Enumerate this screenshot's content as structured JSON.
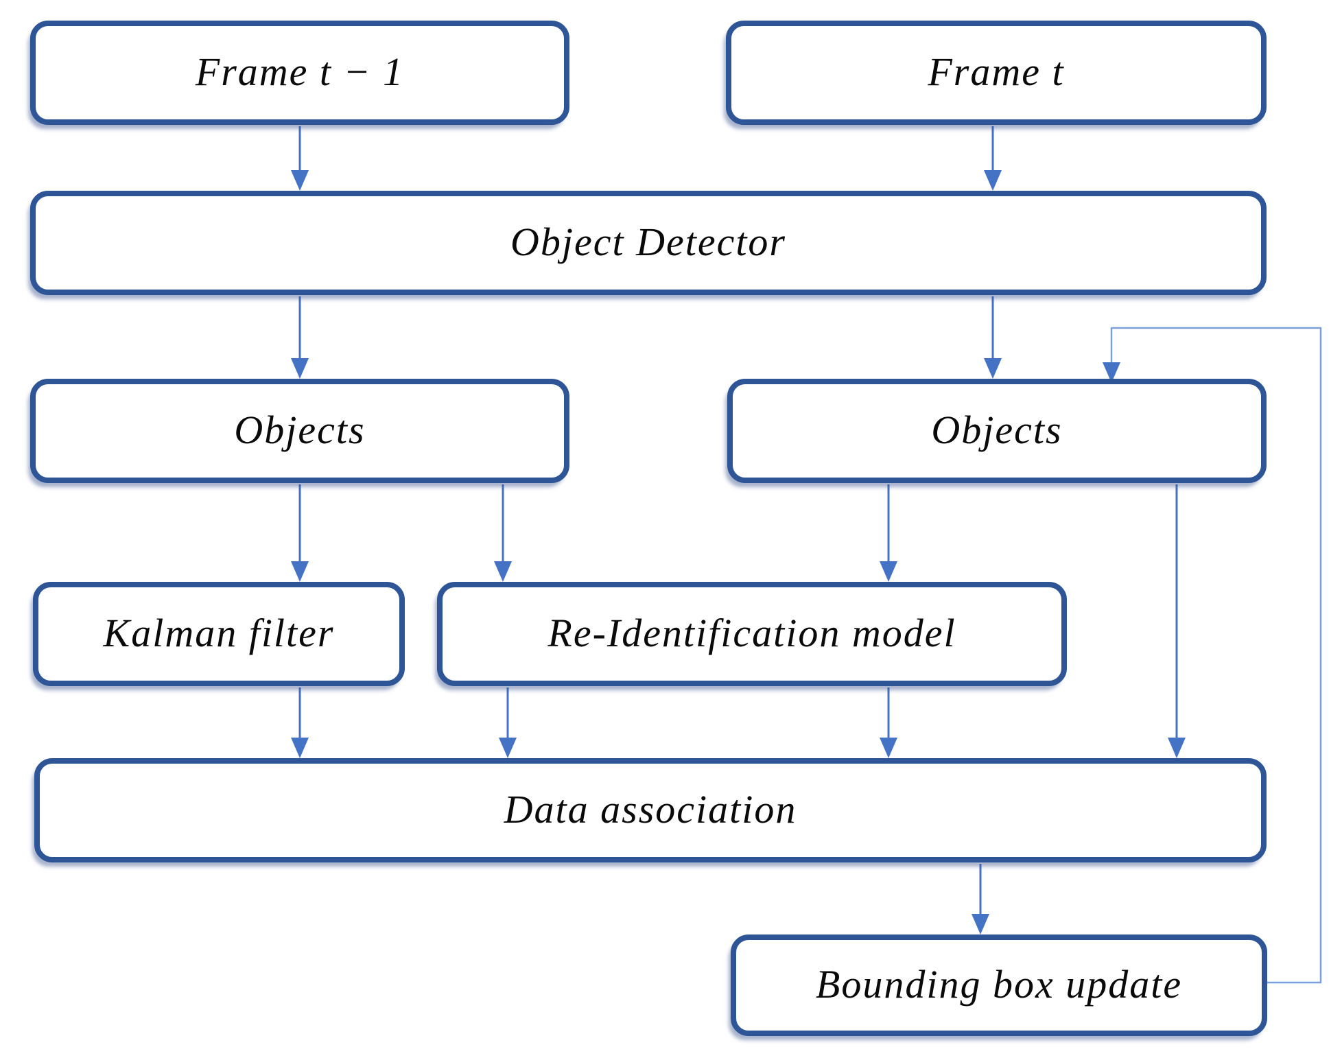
{
  "nodes": {
    "frame_t1": {
      "label": "Frame t − 1"
    },
    "frame_t": {
      "label": "Frame t"
    },
    "object_detector": {
      "label": "Object Detector"
    },
    "objects_left": {
      "label": "Objects"
    },
    "objects_right": {
      "label": "Objects"
    },
    "kalman_filter": {
      "label": "Kalman filter"
    },
    "reid_model": {
      "label": "Re-Identification model"
    },
    "data_association": {
      "label": "Data association"
    },
    "bbox_update": {
      "label": "Bounding box update"
    }
  },
  "edges": [
    {
      "from": "frame_t1",
      "to": "object_detector"
    },
    {
      "from": "frame_t",
      "to": "object_detector"
    },
    {
      "from": "object_detector",
      "to": "objects_left"
    },
    {
      "from": "object_detector",
      "to": "objects_right"
    },
    {
      "from": "objects_left",
      "to": "kalman_filter"
    },
    {
      "from": "objects_left",
      "to": "reid_model"
    },
    {
      "from": "objects_right",
      "to": "reid_model"
    },
    {
      "from": "objects_right",
      "to": "data_association"
    },
    {
      "from": "kalman_filter",
      "to": "data_association"
    },
    {
      "from": "reid_model",
      "to": "data_association",
      "note": "left output"
    },
    {
      "from": "reid_model",
      "to": "data_association",
      "note": "right output"
    },
    {
      "from": "data_association",
      "to": "bbox_update"
    },
    {
      "from": "bbox_update",
      "to": "objects_right",
      "note": "feedback loop"
    }
  ],
  "colors": {
    "box_border": "#2E5697",
    "arrow": "#4472C4",
    "loop_line": "#7B9FD9",
    "text": "#0a0a0a",
    "background": "#ffffff"
  }
}
